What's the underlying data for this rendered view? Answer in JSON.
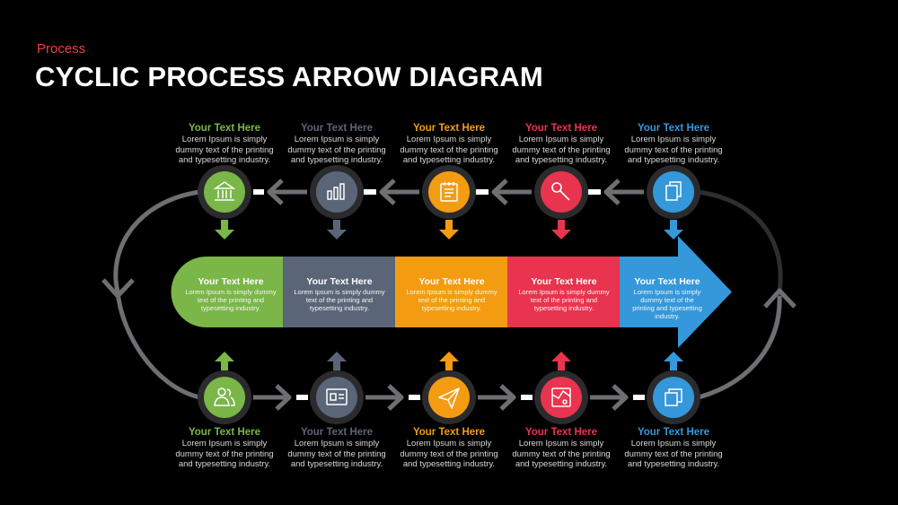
{
  "header": {
    "subtitle": "Process",
    "title": "CYCLIC PROCESS ARROW DIAGRAM"
  },
  "colors": {
    "green": "#7ab648",
    "slate": "#5a6577",
    "orange": "#f39c12",
    "red": "#e8344e",
    "blue": "#3498db",
    "connector": "#6f6f73"
  },
  "top_blocks": [
    {
      "heading": "Your Text Here",
      "body": "Lorem Ipsum is simply dummy text of the printing and typesetting industry.",
      "color": "#7ab648",
      "icon": "bank-icon"
    },
    {
      "heading": "Your Text Here",
      "body": "Lorem Ipsum is simply dummy text of the printing and typesetting industry.",
      "color": "#5a6577",
      "icon": "bar-chart-icon"
    },
    {
      "heading": "Your Text Here",
      "body": "Lorem Ipsum is simply dummy text of the printing and typesetting industry.",
      "color": "#f39c12",
      "icon": "notepad-icon"
    },
    {
      "heading": "Your Text Here",
      "body": "Lorem Ipsum is simply dummy text of the printing and typesetting industry.",
      "color": "#e8344e",
      "icon": "wrench-icon"
    },
    {
      "heading": "Your Text Here",
      "body": "Lorem Ipsum is simply dummy text of the printing and typesetting industry.",
      "color": "#3498db",
      "icon": "documents-icon"
    }
  ],
  "arrow_segments": [
    {
      "heading": "Your Text Here",
      "body": "Lorem Ipsum is simply dummy text of the printing and typesetting industry.",
      "color": "#7ab648"
    },
    {
      "heading": "Your Text Here",
      "body": "Lorem Ipsum is simply dummy text of the printing and typesetting industry.",
      "color": "#5a6577"
    },
    {
      "heading": "Your Text Here",
      "body": "Lorem Ipsum is simply dummy text of the printing and typesetting industry.",
      "color": "#f39c12"
    },
    {
      "heading": "Your Text Here",
      "body": "Lorem Ipsum is simply dummy text of the printing and typesetting industry.",
      "color": "#e8344e"
    },
    {
      "heading": "Your Text Here",
      "body": "Lorem Ipsum is simply dummy text of the printing and typesetting industry.",
      "color": "#3498db"
    }
  ],
  "bottom_blocks": [
    {
      "heading": "Your Text Here",
      "body": "Lorem Ipsum is simply dummy text of the printing and typesetting industry.",
      "color": "#7ab648",
      "icon": "users-icon"
    },
    {
      "heading": "Your Text Here",
      "body": "Lorem Ipsum is simply dummy text of the printing and typesetting industry.",
      "color": "#5a6577",
      "icon": "id-card-icon"
    },
    {
      "heading": "Your Text Here",
      "body": "Lorem Ipsum is simply dummy text of the printing and typesetting industry.",
      "color": "#f39c12",
      "icon": "paper-plane-icon"
    },
    {
      "heading": "Your Text Here",
      "body": "Lorem Ipsum is simply dummy text of the printing and typesetting industry.",
      "color": "#e8344e",
      "icon": "map-icon"
    },
    {
      "heading": "Your Text Here",
      "body": "Lorem Ipsum is simply dummy text of the printing and typesetting industry.",
      "color": "#3498db",
      "icon": "copy-icon"
    }
  ]
}
